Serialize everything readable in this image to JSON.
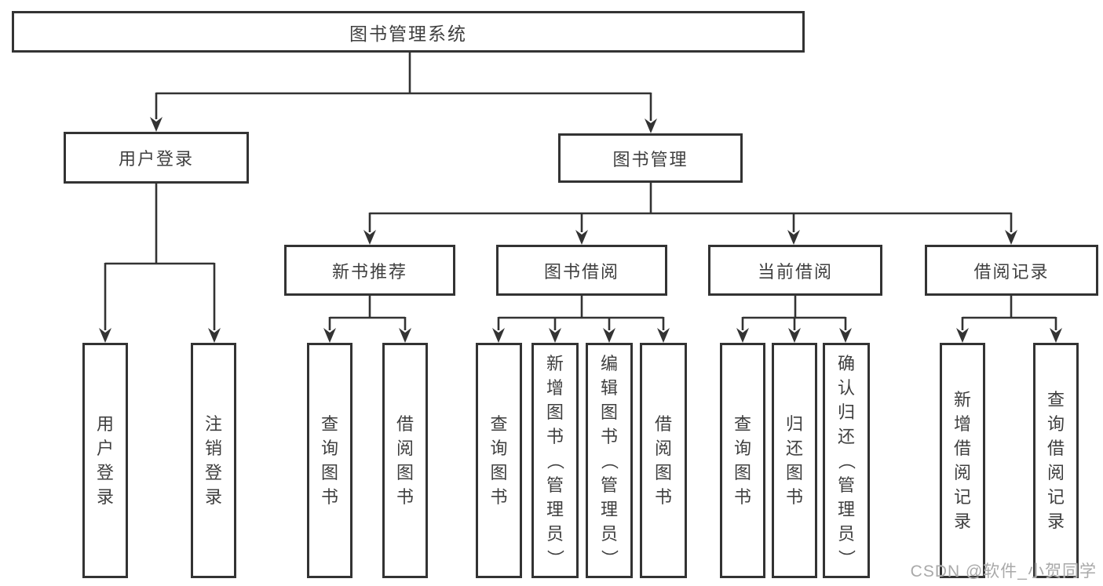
{
  "diagram_title": "图书管理系统",
  "watermark": "CSDN @软件_小贺同学",
  "colors": {
    "box_border": "#333333",
    "box_fill": "#ffffff",
    "text": "#3f3f3f",
    "connector": "#333333",
    "watermark": "#a9a9a9",
    "background": "#ffffff"
  },
  "nodes": {
    "root": {
      "label": "图书管理系统",
      "parent": null
    },
    "level2": [
      {
        "label": "用户登录",
        "parent": "图书管理系统"
      },
      {
        "label": "图书管理",
        "parent": "图书管理系统"
      }
    ],
    "level3": [
      {
        "label": "新书推荐",
        "parent": "图书管理"
      },
      {
        "label": "图书借阅",
        "parent": "图书管理"
      },
      {
        "label": "当前借阅",
        "parent": "图书管理"
      },
      {
        "label": "借阅记录",
        "parent": "图书管理"
      }
    ],
    "leaves": [
      {
        "label": "用户登录",
        "parent": "用户登录"
      },
      {
        "label": "注销登录",
        "parent": "用户登录"
      },
      {
        "label": "查询图书",
        "parent": "新书推荐"
      },
      {
        "label": "借阅图书",
        "parent": "新书推荐"
      },
      {
        "label": "查询图书",
        "parent": "图书借阅"
      },
      {
        "label": "新增图书（管理员）",
        "parent": "图书借阅"
      },
      {
        "label": "编辑图书（管理员）",
        "parent": "图书借阅"
      },
      {
        "label": "借阅图书",
        "parent": "图书借阅"
      },
      {
        "label": "查询图书",
        "parent": "当前借阅"
      },
      {
        "label": "归还图书",
        "parent": "当前借阅"
      },
      {
        "label": "确认归还（管理员）",
        "parent": "当前借阅"
      },
      {
        "label": "新增借阅记录",
        "parent": "借阅记录"
      },
      {
        "label": "查询借阅记录",
        "parent": "借阅记录"
      }
    ]
  }
}
